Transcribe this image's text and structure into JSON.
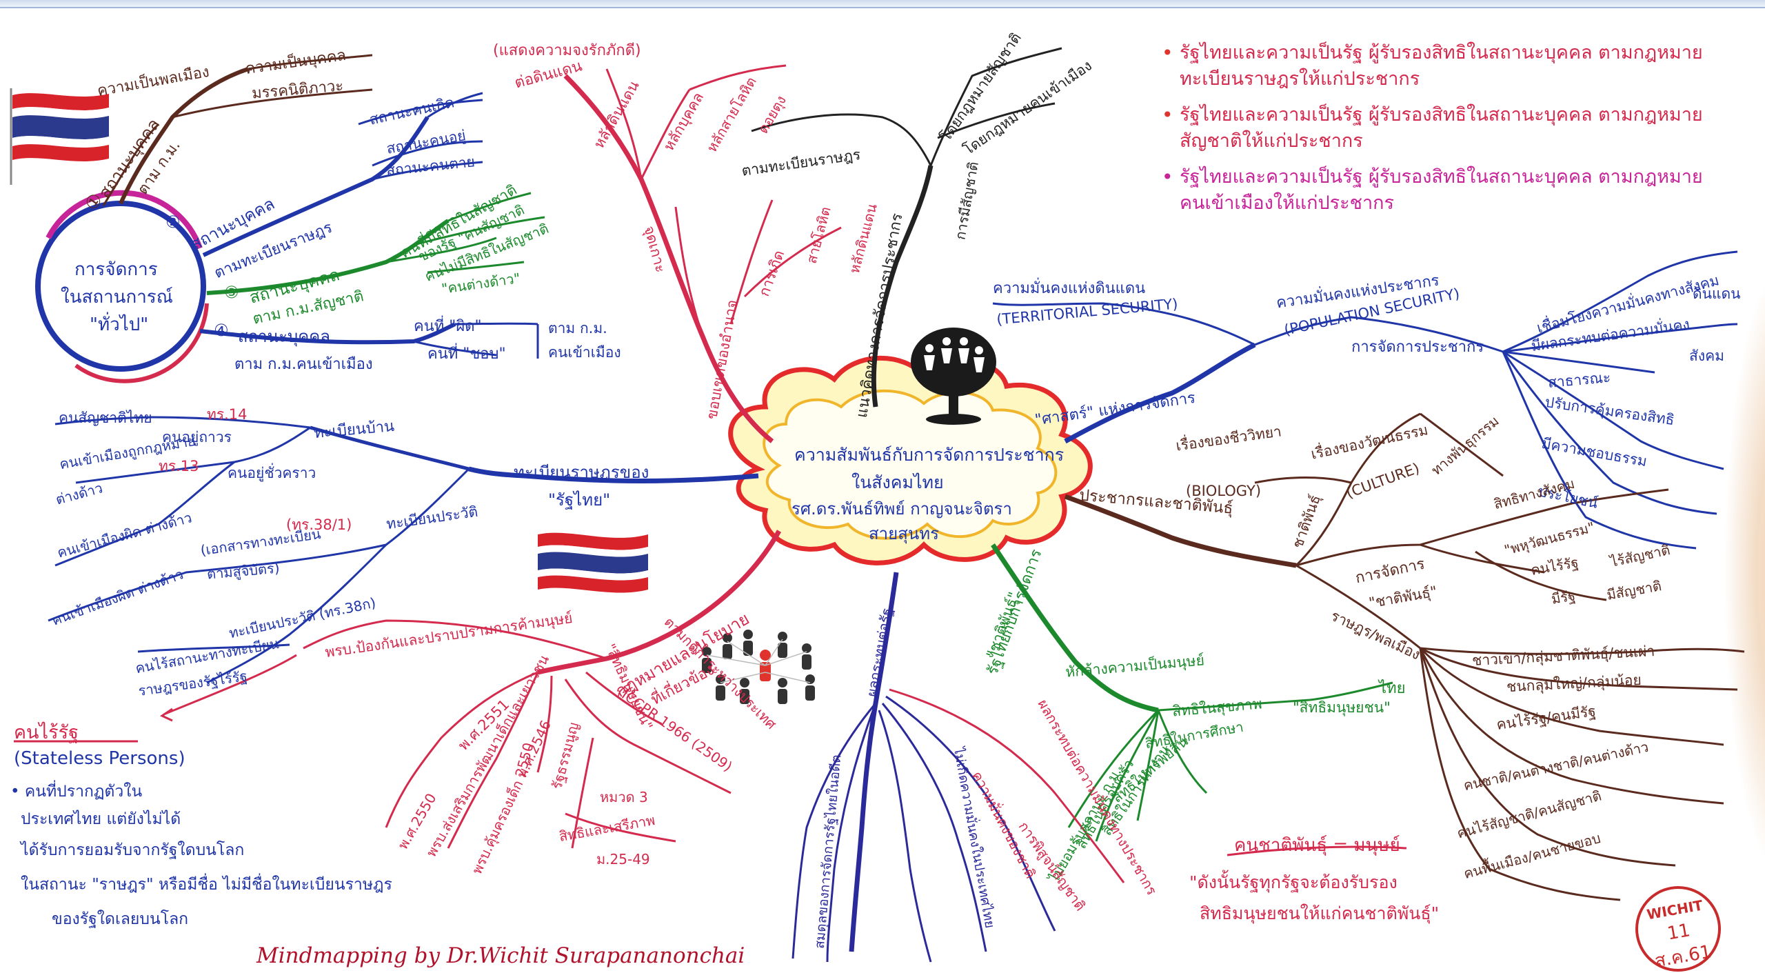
{
  "colors": {
    "red": "#d42a4d",
    "blue": "#1f35a8",
    "green": "#1c8a2c",
    "brown": "#5b2a1e",
    "magenta": "#c8249a",
    "black": "#222222"
  },
  "center": {
    "line1": "ความสัมพันธ์กับการจัดการประชากร",
    "line2": "ในสังคมไทย",
    "line3": "รศ.ดร.พันธ์ทิพย์ กาญจนะจิตรา",
    "line4": "สายสุนทร"
  },
  "left_circle": {
    "line1": "การจัดการ",
    "line2": "ในสถานการณ์",
    "line3": "\"ทั่วไป\""
  },
  "top_left": {
    "b1_num": "①",
    "b1_label": "สถานะบุคคล",
    "b1_sub": "ตาม ก.ม.",
    "b1_a": "ความเป็นพลเมือง",
    "b1_b": "ความเป็นบุคคล",
    "b1_c": "มรรคนิติภาวะ",
    "b2_num": "②",
    "b2_label": "สถานะบุคคล",
    "b2_sub": "ตามทะเบียนราษฎร",
    "b2_a": "สถานะคนเกิด",
    "b2_b": "สถานะคนอยู่",
    "b2_c": "สถานะคนตาย",
    "b3_num": "③",
    "b3_label": "สถานะบุคคล",
    "b3_sub": "ตาม ก.ม.สัญชาติ",
    "b3_a": "คนที่มีสิทธิในสัญชาติ",
    "b3_b": "ของรัฐ \"คนสัญชาติ",
    "b3_c": "คนไม่มีสิทธิในสัญชาติ",
    "b3_d": "\"คนต่างด้าว\"",
    "b4_num": "④",
    "b4_label": "สถานะบุคคล",
    "b4_sub": "ตาม ก.ม.คนเข้าเมือง",
    "b4_a": "คนที่ \"ผิด\"",
    "b4_b": "คนที่ \"ชอบ\"",
    "b4_c": "ตาม ก.ม.",
    "b4_d": "คนเข้าเมือง"
  },
  "left_mid": {
    "main": "ทะเบียนราษฎรของ",
    "main2": "\"รัฐไทย\"",
    "sub": "ทะเบียนบ้าน",
    "a": "คนสัญชาติไทย",
    "a_tag": "ทร.14",
    "b": "คนอยู่ถาวร",
    "c": "คนเข้าเมืองถูกกฎหมาย",
    "d": "ต่างด้าว",
    "e": "ทร.13",
    "f": "คนเข้าเมืองผิด ต่างด้าว",
    "g": "คนอยู่ชั่วคราว",
    "h": "คนเข้าเมืองผิด ต่างด้าว",
    "i": "ทะเบียนประวัติ",
    "j": "(ทร.38/1)",
    "k": "(เอกสารทางทะเบียน",
    "l": "ตามสูจิบัตร)",
    "m": "ทะเบียนประวัติ (ทร.38ก)",
    "n": "คนไร้สถานะทางทะเบียน",
    "o": "ราษฎรของรัฐไร้รัฐ"
  },
  "stateless": {
    "title": "คนไร้รัฐ",
    "en": "(Stateless Persons)",
    "desc1": "• คนที่ปรากฏตัวใน",
    "desc2": "ประเทศไทย แต่ยังไม่ได้",
    "desc3": "ได้รับการยอมรับจากรัฐใดบนโลก",
    "desc4": "ในสถานะ \"ราษฎร\" หรือมีชื่อ ไม่มีชื่อในทะเบียนราษฎร",
    "desc5": "ของรัฐใดเลยบนโลก"
  },
  "bottom_left": {
    "main": "กฎหมายและนโยบาย",
    "main2": "ที่เกี่ยวข้อง",
    "a": "พรบ.ป้องกันและปราบปรามการค้ามนุษย์",
    "b": "พ.ศ.2551",
    "c": "พรบ.ส่งเสริมการพัฒนาเด็กและเยาวชน",
    "d": "พ.ศ.2550",
    "e": "พรบ.คุ้มครองเด็ก พ.ศ.2546",
    "f": "2550",
    "g": "รัฐธรรมนูญ",
    "h": "\"สิทธิมนุษยชน\"",
    "i": "(ICCPR 1966 (2509)",
    "j": "ตามกติการะหว่างประเทศ",
    "k": "หมวด 3",
    "l": "สิทธิและเสรีภาพ",
    "m": "ม.25-49"
  },
  "top_mid": {
    "a": "(แสดงความจงรักภักดี)",
    "b": "ต่อดินแดน",
    "c": "หลักดินแดน",
    "d": "หลักบุคคล",
    "e": "หลักสายโลหิต",
    "f": "ดอยตุง",
    "g": "จุดเกาะ",
    "h": "การเกิด",
    "i": "สายโลหิต",
    "j": "หลักดินแดน",
    "k": "ขอบเขตของอำนาจ",
    "l": "แนวคิดทางการจัดการประชากร",
    "m": "ตามทะเบียนราษฎร",
    "n": "โดยกฎหมายสัญชาติ",
    "o": "โดยกฎหมายคนเข้าเมือง",
    "p": "การมีสัญชาติ"
  },
  "right_bullets": [
    "รัฐไทยและความเป็นรัฐ ผู้รับรองสิทธิในสถานะบุคคล ตามกฎหมายทะเบียนราษฎรให้แก่ประชากร",
    "รัฐไทยและความเป็นรัฐ ผู้รับรองสิทธิในสถานะบุคคล ตามกฎหมายสัญชาติให้แก่ประชากร",
    "รัฐไทยและความเป็นรัฐ ผู้รับรองสิทธิในสถานะบุคคล ตามกฎหมายคนเข้าเมืองให้แก่ประชากร"
  ],
  "right_mid": {
    "a": "ความมั่นคงแห่งดินแดน",
    "a_en": "(TERRITORIAL SECURITY)",
    "b": "ความมั่นคงแห่งประชากร",
    "b_en": "(POPULATION SECURITY)",
    "c": "\"ศาสตร์\" แห่งการจัดการ",
    "d": "การจัดการประชากร",
    "e": "เชื่อมโยงความมั่นคงทางสังคม",
    "f": "มีผลกระทบต่อความมั่นคง",
    "g": "ดินแดน",
    "h": "สังคม",
    "i": "สาธารณะ",
    "j": "ปรับการคุ้มครองสิทธิ",
    "k": "มีความชอบธรรม",
    "l": "ประโยชน์"
  },
  "right_low": {
    "main": "ประชากรและชาติพันธุ์",
    "a": "เรื่องของชีววิทยา",
    "a_en": "(BIOLOGY)",
    "b": "เรื่องของวัฒนธรรม",
    "b_en": "(CULTURE)",
    "c": "ชาติพันธุ์",
    "d": "ทางพันธุกรรม",
    "e": "การจัดการ",
    "f": "\"ชาติพันธุ์\"",
    "g": "สิทธิทางสังคม",
    "h": "\"พหุวัฒนธรรม\"",
    "i": "คนไร้รัฐ",
    "j": "ไร้สัญชาติ",
    "k": "มีรัฐ",
    "l": "มีสัญชาติ",
    "m": "ราษฎร/พลเมือง",
    "n": "ชาวเขา/กลุ่มชาติพันธุ์/ชนเผ่า",
    "o": "ชนกลุ่มใหญ่/กลุ่มน้อย",
    "p": "คนไร้รัฐ/คนมีรัฐ",
    "q": "คนชาติ/คนต่างชาติ/คนต่างด้าว",
    "r": "คนไร้สัญชาติ/คนสัญชาติ",
    "s": "คนพื้นเมือง/คนชายขอบ"
  },
  "bottom_mid": {
    "main": "รัฐไทยกับการจัดการ",
    "a": "\"ชาติพันธุ์\"",
    "b": "สิทธิในสุขภาพ",
    "c": "สิทธิในการศึกษา",
    "d": "สิทธิในทรัพย์สิน",
    "e": "สิทธิในการทำงาน",
    "f": "สิทธิในครอบครัว",
    "g": "หักล้างความเป็นมนุษย์",
    "h": "\"สิทธิมนุษยชน\"",
    "i": "ไม่ยอมรับสถานะ ก.ม.",
    "j": "ความมั่นคงของชาติ",
    "k": "การพิสูจน์สัญชาติ",
    "l": "คนชาติพันธุ์ = มนุษย์",
    "m": "\"ดังนั้นรัฐทุกรัฐจะต้องรับรอง",
    "n": "สิทธิมนุษยชนให้แก่คนชาติพันธุ์\"",
    "o": "ผลกระทบต่อความมั่นคงทางประชากร",
    "p": "ไม่เกิดความมั่นคงในประเทศไทย",
    "q": "ผลกระทบต่อรัฐ",
    "r": "สมดุลของการจัดการรัฐไทยในอดีต",
    "s": "ไทย"
  },
  "credit": "Mindmapping by Dr.Wichit Surapananonchai",
  "stamp": {
    "top": "WICHIT",
    "date": "11 ส.ค.61"
  }
}
